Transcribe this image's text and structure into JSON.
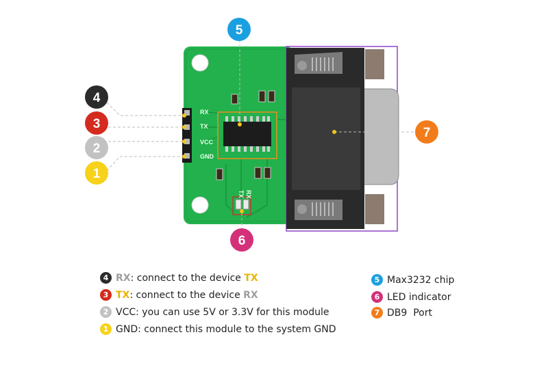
{
  "pin_labels": [
    "RX",
    "TX",
    "VCC",
    "GND"
  ],
  "led_labels": [
    "RX",
    "TX"
  ],
  "callouts": {
    "c1": "1",
    "c2": "2",
    "c3": "3",
    "c4": "4",
    "c5": "5",
    "c6": "6",
    "c7": "7"
  },
  "colors": {
    "c1": "#f7d21a",
    "c2": "#c2c2c2",
    "c3": "#d42b1e",
    "c4": "#2b2b2b",
    "c5": "#1aa0e0",
    "c6": "#d4307a",
    "c7": "#f27c1a",
    "board": "#22b14c",
    "highlight_orange": "#f28c1a",
    "highlight_purple": "#8e44c9"
  },
  "legend": {
    "rx": {
      "num": "4",
      "name": "RX",
      "text_a": ": connect to the device ",
      "target": "TX"
    },
    "tx": {
      "num": "3",
      "name": "TX",
      "text_a": ": connect to the device ",
      "target": "RX"
    },
    "vcc": {
      "num": "2",
      "text": "VCC: you can use 5V or 3.3V for this module"
    },
    "gnd": {
      "num": "1",
      "text": "GND: connect this module to the system GND"
    },
    "chip": {
      "num": "5",
      "text": "Max3232 chip"
    },
    "led": {
      "num": "6",
      "text": "LED indicator"
    },
    "port": {
      "num": "7",
      "text": "DB9  Port"
    }
  }
}
